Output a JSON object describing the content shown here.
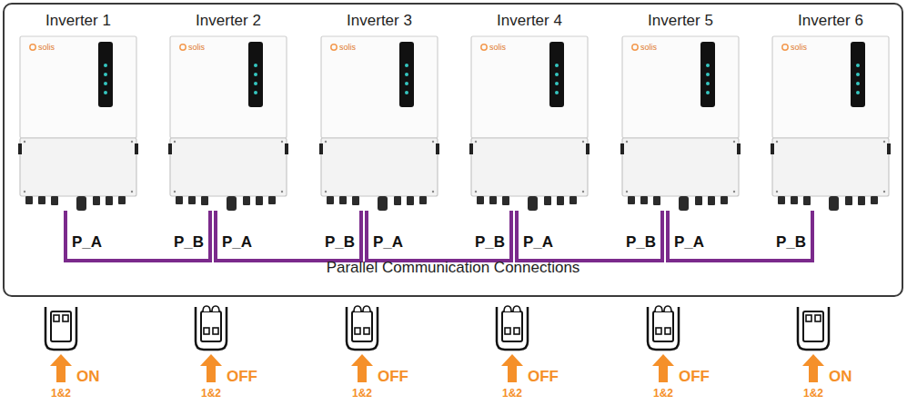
{
  "diagram": {
    "nodes": [
      {
        "text": [
          "Parallel Communication Connections"
        ]
      },
      {
        "text": [
          "Inverter 1",
          "solis"
        ],
        "in": 0
      },
      {
        "text": [
          "Inverter 2",
          "solis"
        ],
        "in": 0
      },
      {
        "text": [
          "Inverter 3",
          "solis"
        ],
        "in": 0
      },
      {
        "text": [
          "Inverter 4",
          "solis"
        ],
        "in": 0
      },
      {
        "text": [
          "Inverter 5",
          "solis"
        ],
        "in": 0
      },
      {
        "text": [
          "Inverter 6",
          "solis"
        ],
        "in": 0
      }
    ],
    "edges": [
      {
        "from": 1,
        "to": 2,
        "arrow": "none"
      },
      {
        "from": 2,
        "to": 3,
        "arrow": "none"
      },
      {
        "from": 3,
        "to": 4,
        "arrow": "none"
      },
      {
        "from": 4,
        "to": 5,
        "arrow": "none"
      },
      {
        "from": 5,
        "to": 6,
        "arrow": "none"
      }
    ],
    "labels": [
      "P_A",
      "P_B",
      "P_A",
      "P_B",
      "P_A",
      "P_B",
      "P_A",
      "P_B",
      "P_A",
      "P_B",
      "ON",
      "OFF",
      "OFF",
      "OFF",
      "OFF",
      "ON",
      "1&2",
      "1&2",
      "1&2",
      "1&2",
      "1&2",
      "1&2"
    ]
  }
}
